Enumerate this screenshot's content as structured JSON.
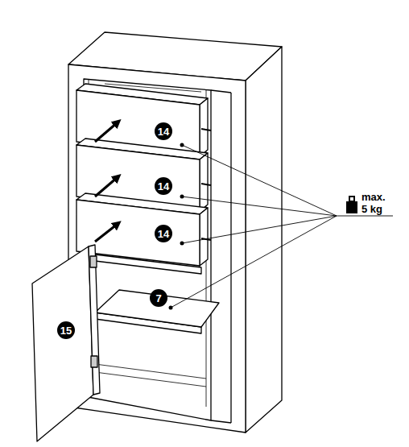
{
  "diagram": {
    "labels": [
      "14",
      "14",
      "14",
      "7",
      "15",
      "max.",
      "5 kg"
    ]
  }
}
